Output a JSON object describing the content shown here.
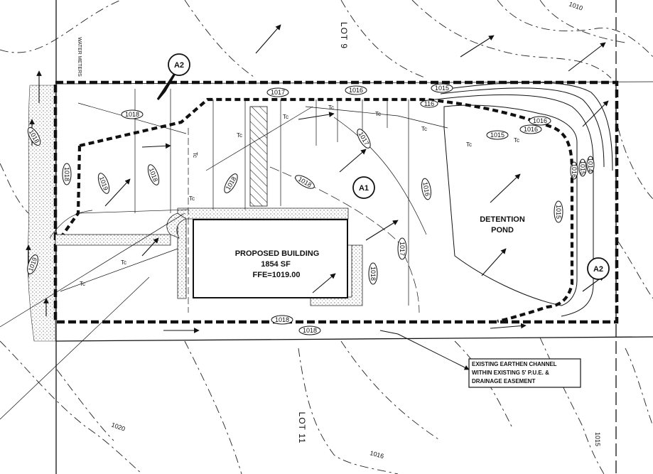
{
  "labels": {
    "lot_top": "LOT 9",
    "lot_bottom": "LOT 11",
    "water_meters": "WATER METERS",
    "building_title": "PROPOSED BUILDING",
    "building_area": "1854 SF",
    "building_ffe": "FFE=1019.00",
    "pond_line1": "DETENTION",
    "pond_line2": "POND",
    "area_a1": "A1",
    "area_a2": "A2",
    "tc": "Tc",
    "note_line1": "EXISTING EARTHEN CHANNEL",
    "note_line2": "WITHIN EXISTING 5' P.U.E. &",
    "note_line3": "DRAINAGE EASEMENT"
  },
  "contour_tags": {
    "c1015": "1015",
    "c1016": "1016",
    "c1017": "1017",
    "c1018": "1018",
    "c1019": "1019",
    "c1020": "1020",
    "c1014": "1014",
    "c1010": "1010",
    "c116": "116"
  },
  "colors": {
    "ink": "#111111",
    "paper": "#ffffff",
    "stipple": "#9a9a9a"
  }
}
